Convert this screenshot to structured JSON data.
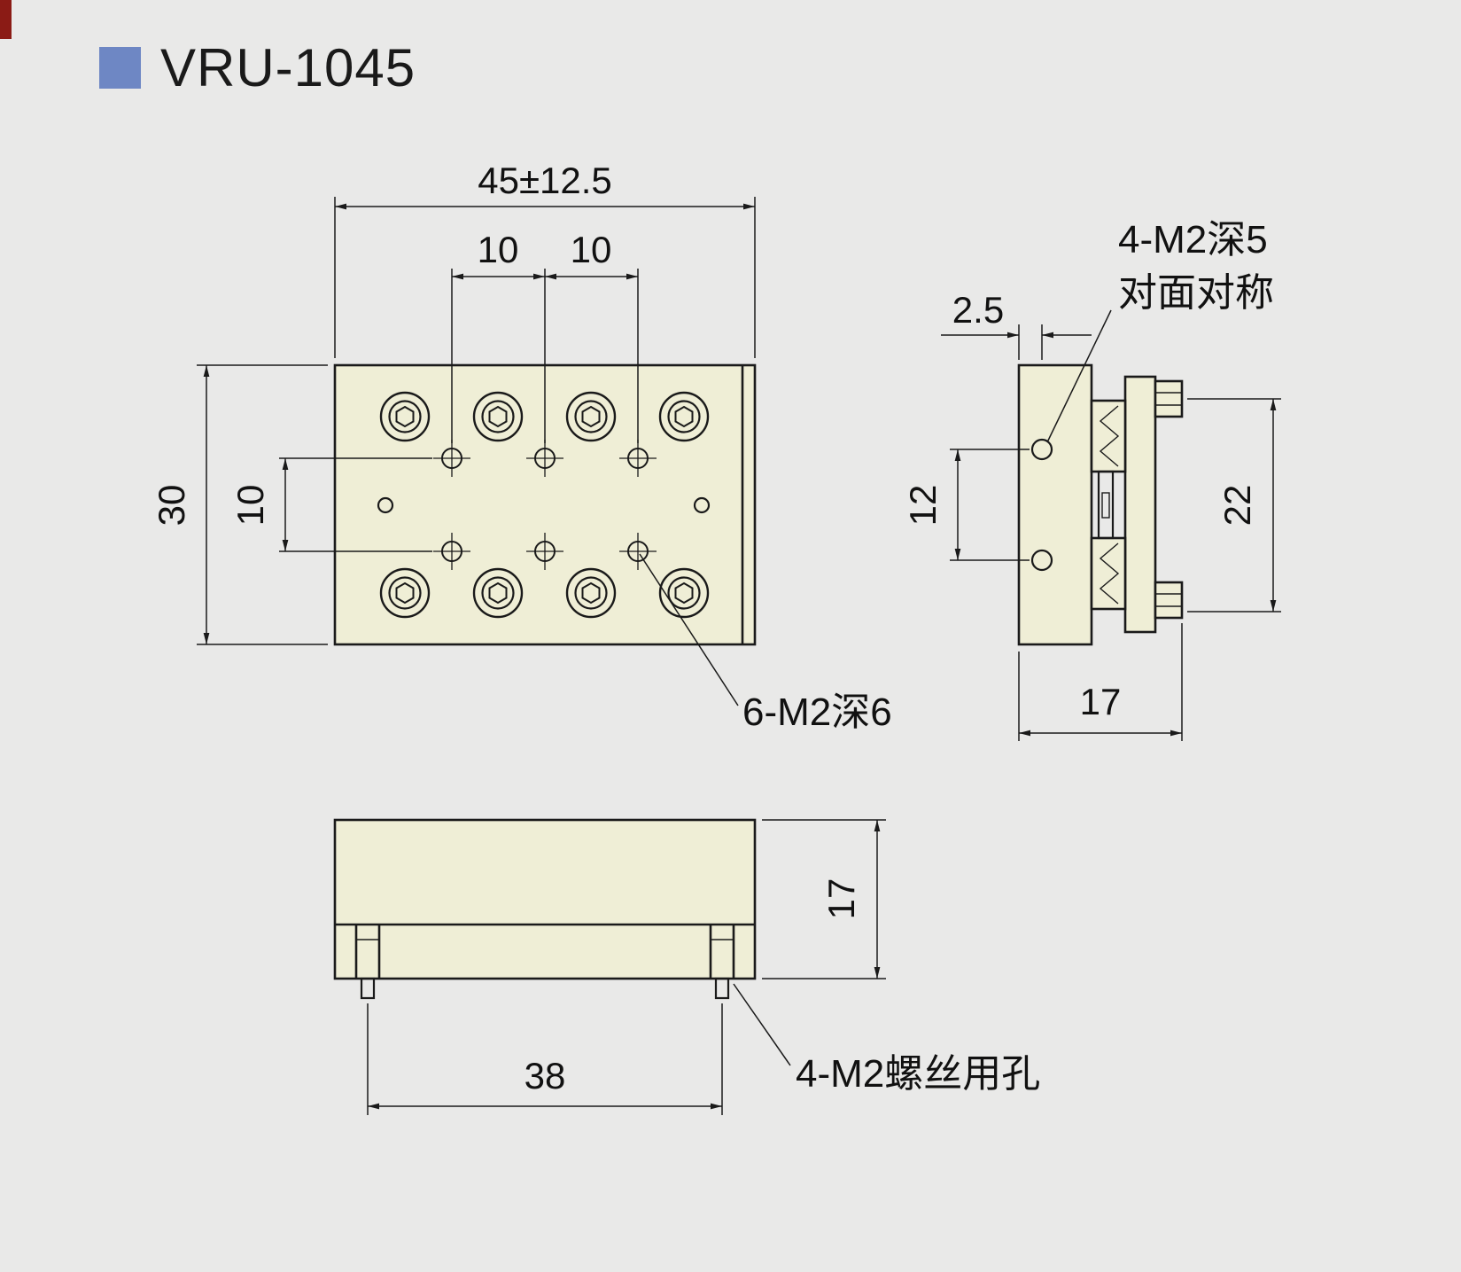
{
  "page": {
    "title": "VRU-1045"
  },
  "colors": {
    "background": "#e9e9e8",
    "part_fill": "#efeed6",
    "line": "#1a1a1a",
    "accent_square": "#6e87c4",
    "edge_bar": "#8b1b15"
  },
  "top_view": {
    "dim_width": "45±12.5",
    "dim_pitch_left": "10",
    "dim_pitch_right": "10",
    "dim_height": "30",
    "dim_pitch_vertical": "10",
    "note_tapped_holes": "6-M2深6"
  },
  "side_view": {
    "dim_edge_offset": "2.5",
    "dim_hole_pitch": "12",
    "dim_clamp_span": "22",
    "dim_depth": "17",
    "note_line1": "4-M2深5",
    "note_line2": "对面对称"
  },
  "front_view": {
    "dim_height": "17",
    "dim_foot_pitch": "38",
    "note_screw_holes": "4-M2螺丝用孔"
  }
}
